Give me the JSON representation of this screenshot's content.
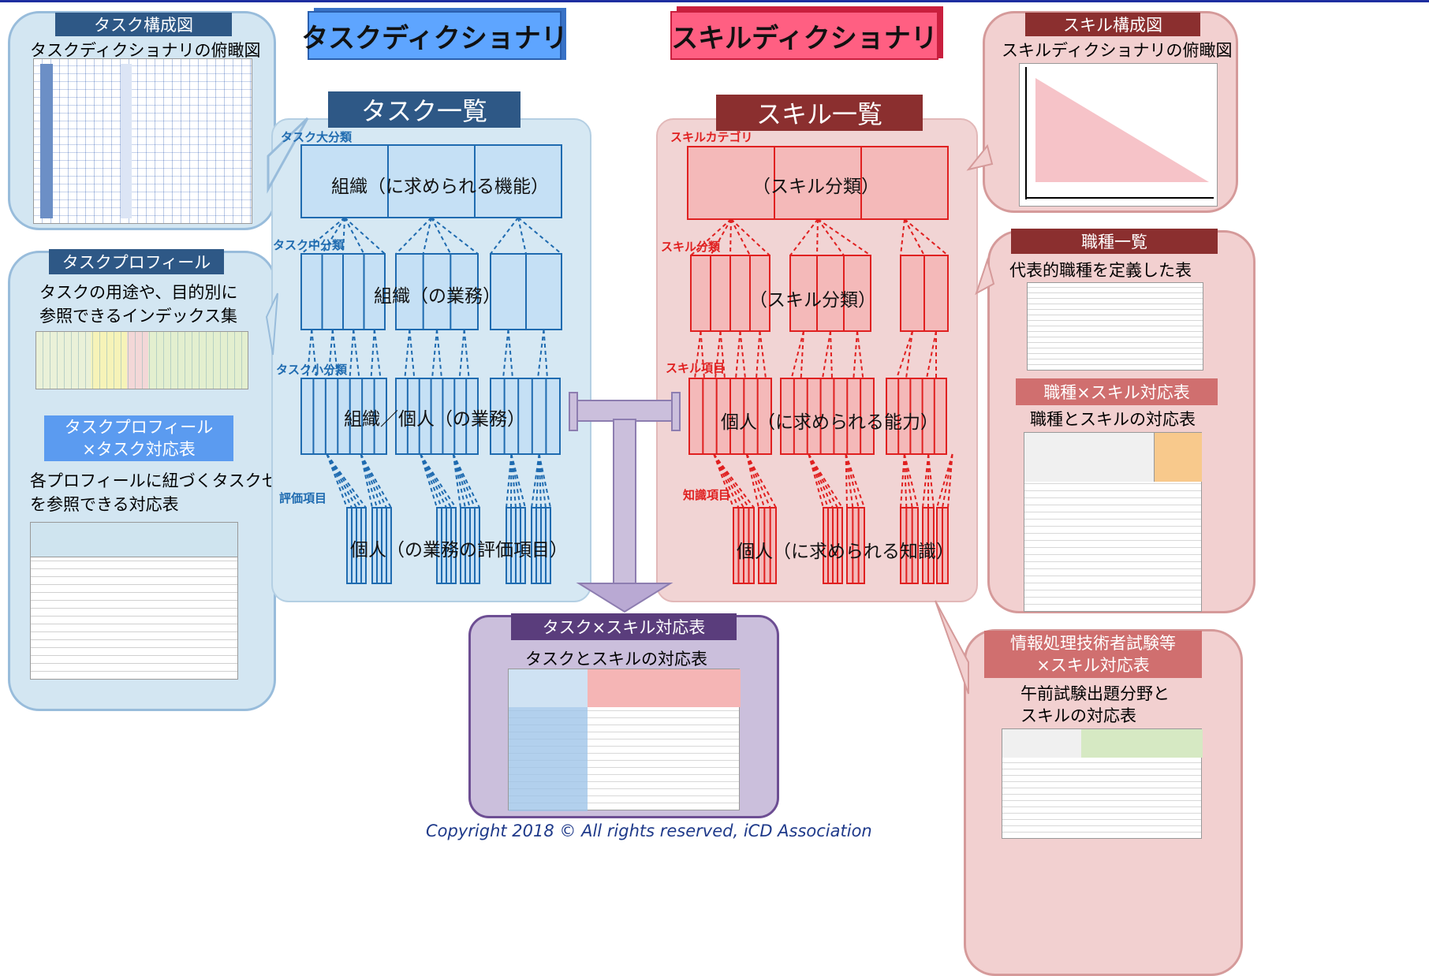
{
  "titles": {
    "task_dict": "タスクディクショナリ",
    "skill_dict": "スキルディクショナリ"
  },
  "task_list": {
    "title": "タスク一覧",
    "levels": [
      "タスク大分類",
      "タスク中分類",
      "タスク小分類",
      "評価項目"
    ],
    "boxes": [
      "組織（に求められる機能）",
      "組織（の業務）",
      "組織／個人（の業務）",
      "個人（の業務の評価項目）"
    ]
  },
  "skill_list": {
    "title": "スキル一覧",
    "levels": [
      "スキルカテゴリ",
      "スキル分類",
      "スキル項目",
      "知識項目"
    ],
    "boxes": [
      "（スキル分類）",
      "（スキル分類）",
      "個人（に求められる能力）",
      "個人（に求められる知識）"
    ]
  },
  "task_structure": {
    "label": "タスク構成図",
    "desc": "タスクディクショナリの俯瞰図"
  },
  "task_profile": {
    "label": "タスクプロフィール",
    "desc": "タスクの用途や、目的別に\n参照できるインデックス集"
  },
  "task_profile_map": {
    "label": "タスクプロフィール\n×タスク対応表",
    "desc": "各プロフィールに紐づくタスクセット\nを参照できる対応表"
  },
  "skill_structure": {
    "label": "スキル構成図",
    "desc": "スキルディクショナリの俯瞰図"
  },
  "job_list": {
    "label": "職種一覧",
    "desc": "代表的職種を定義した表"
  },
  "job_skill": {
    "label": "職種×スキル対応表",
    "desc": "職種とスキルの対応表"
  },
  "exam_skill": {
    "label": "情報処理技術者試験等\n×スキル対応表",
    "desc": "午前試験出題分野と\nスキルの対応表"
  },
  "task_skill": {
    "label": "タスク×スキル対応表",
    "desc": "タスクとスキルの対応表"
  },
  "copyright": "Copyright 2018 © All rights reserved, iCD Association",
  "colors": {
    "task_blue": "#1f6bb0",
    "skill_red": "#e02020",
    "task_panel": "#d6e8f3",
    "skill_panel": "#f1d4d4",
    "center_panel": "#cbbfdc",
    "navy": "#2e5886",
    "maroon": "#8b2f2f"
  }
}
